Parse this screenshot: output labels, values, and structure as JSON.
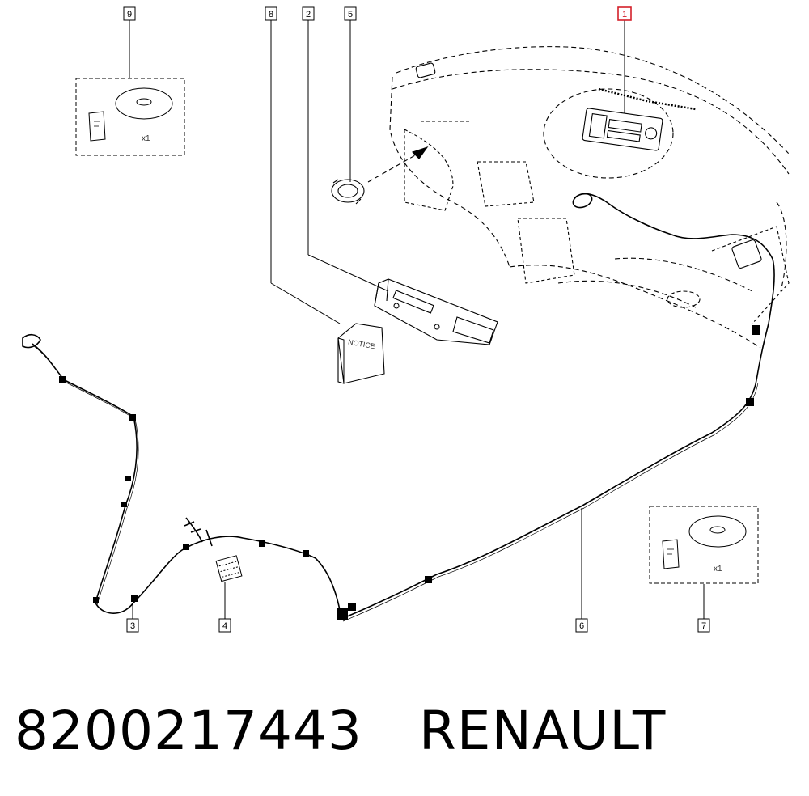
{
  "callouts": [
    {
      "label": "9",
      "highlighted": false
    },
    {
      "label": "8",
      "highlighted": false
    },
    {
      "label": "2",
      "highlighted": false
    },
    {
      "label": "5",
      "highlighted": false
    },
    {
      "label": "1",
      "highlighted": true
    },
    {
      "label": "3",
      "highlighted": false
    },
    {
      "label": "4",
      "highlighted": false
    },
    {
      "label": "6",
      "highlighted": false
    },
    {
      "label": "7",
      "highlighted": false
    }
  ],
  "kit_boxes": [
    {
      "quantity": "x1"
    },
    {
      "quantity": "x1"
    }
  ],
  "manual_text": "NOTICE",
  "caption": {
    "part_number": "8200217443",
    "brand": "RENAULT"
  },
  "colors": {
    "highlight": "#d4202a",
    "line": "#000000"
  }
}
